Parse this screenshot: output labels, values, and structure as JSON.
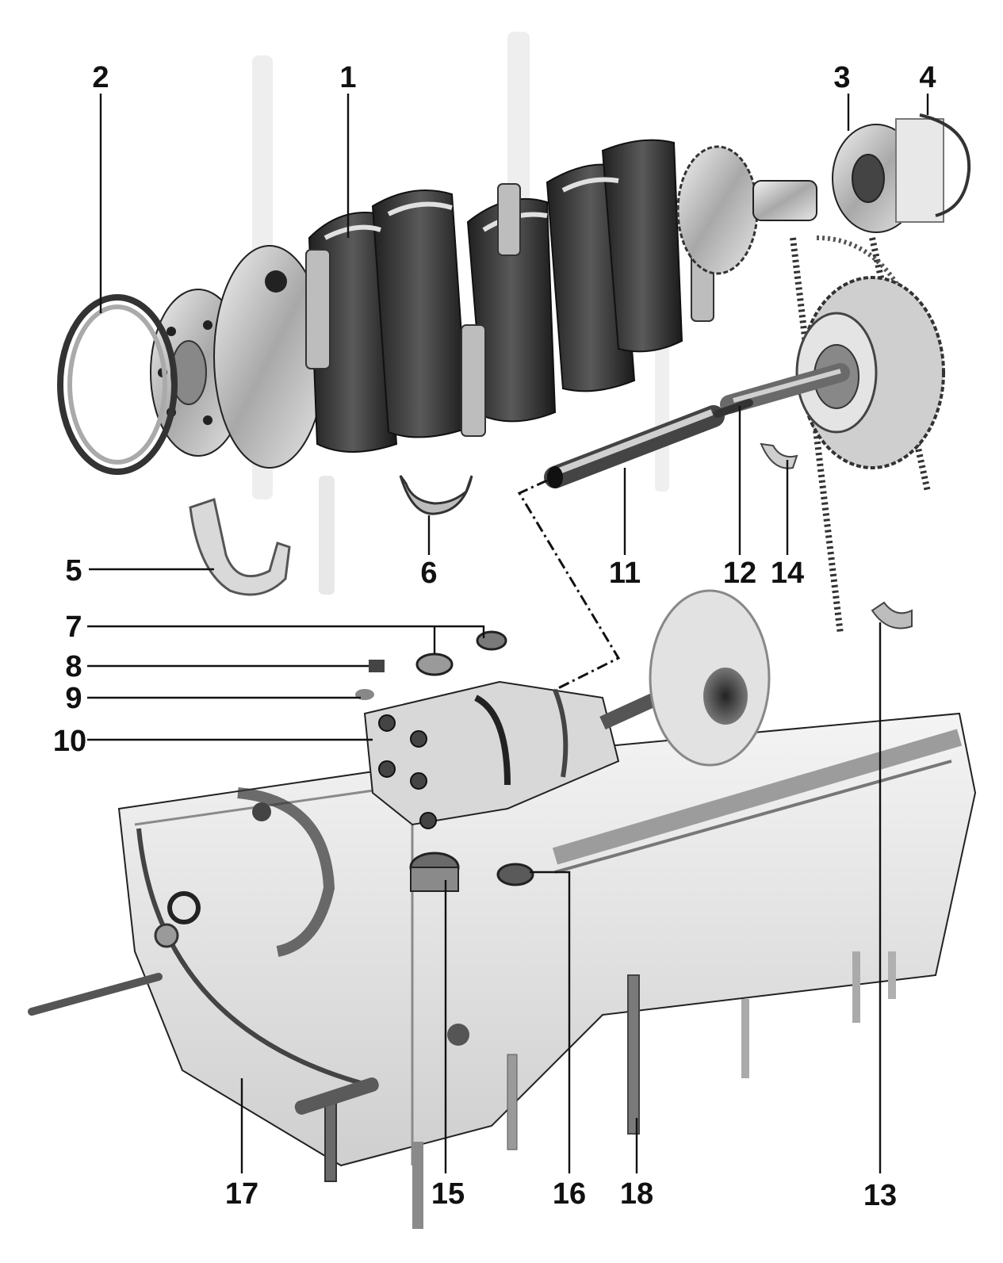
{
  "diagram": {
    "colors": {
      "ink": "#111111",
      "metal_dark": "#3a3a3a",
      "metal_mid": "#8a8a8a",
      "metal_light": "#d9d9d9",
      "background": "#ffffff"
    },
    "callouts": [
      {
        "id": "1",
        "label": "1"
      },
      {
        "id": "2",
        "label": "2"
      },
      {
        "id": "3",
        "label": "3"
      },
      {
        "id": "4",
        "label": "4"
      },
      {
        "id": "5",
        "label": "5"
      },
      {
        "id": "6",
        "label": "6"
      },
      {
        "id": "7",
        "label": "7"
      },
      {
        "id": "8",
        "label": "8"
      },
      {
        "id": "9",
        "label": "9"
      },
      {
        "id": "10",
        "label": "10"
      },
      {
        "id": "11",
        "label": "11"
      },
      {
        "id": "12",
        "label": "12"
      },
      {
        "id": "13",
        "label": "13"
      },
      {
        "id": "14",
        "label": "14"
      },
      {
        "id": "15",
        "label": "15"
      },
      {
        "id": "16",
        "label": "16"
      },
      {
        "id": "17",
        "label": "17"
      },
      {
        "id": "18",
        "label": "18"
      }
    ]
  }
}
